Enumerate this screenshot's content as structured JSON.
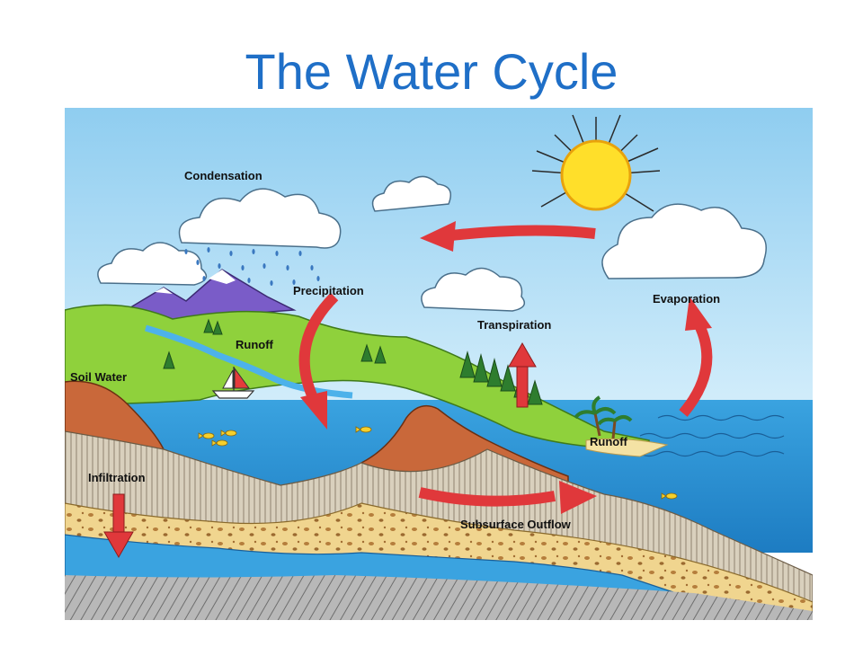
{
  "title": "The Water Cycle",
  "labels": {
    "condensation": "Condensation",
    "precipitation": "Precipitation",
    "evaporation": "Evaporation",
    "transpiration": "Transpiration",
    "runoff_mountain": "Runoff",
    "runoff_coast": "Runoff",
    "soil_water": "Soil Water",
    "infiltration": "Infiltration",
    "subsurface_outflow": "Subsurface Outflow"
  },
  "colors": {
    "title": "#1f6fc7",
    "sky": "#a9d9f3",
    "sea": "#2f96d6",
    "arrow": "#e0383b",
    "sun": "#ffdf2a",
    "grass": "#8fd13c",
    "soil": "#c9683a",
    "sand": "#f0d58f"
  },
  "icons": [
    "sun-icon",
    "cloud-icon",
    "rain-icon",
    "mountain-icon",
    "sailboat-icon",
    "fish-icon",
    "tree-icon",
    "palm-icon",
    "arrow-icon"
  ]
}
